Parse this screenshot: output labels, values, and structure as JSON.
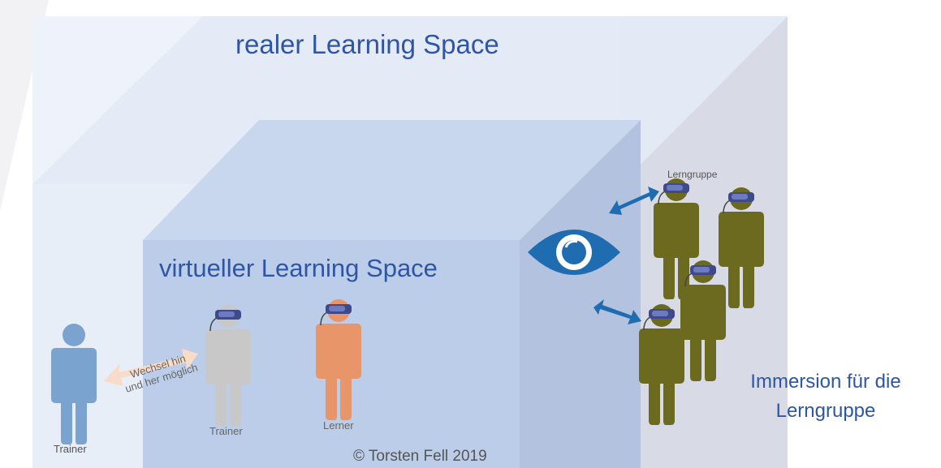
{
  "labels": {
    "real_space": "realer Learning Space",
    "virtual_space": "virtueller Learning Space",
    "immersion": "Immersion für die Lerngruppe",
    "copyright": "© Torsten Fell 2019",
    "trainer_outside": "Trainer",
    "trainer_inside": "Trainer",
    "learner": "Lerner",
    "group": "Lerngruppe",
    "switch_line1": "Wechsel hin",
    "switch_line2": "und her möglich"
  },
  "colors": {
    "title_blue": "#2f56a5",
    "trainer_blue": "#7ba3cf",
    "trainer_grey": "#c8c8c8",
    "learner_orange": "#e8956a",
    "group_olive": "#6b6a1f",
    "headset": "#3e4a8c",
    "eye_blue": "#1f6db0",
    "arrow_blue": "#1f6db0",
    "switch_arrow": "#f8dcc7"
  },
  "icons": [
    "eye-icon",
    "double-arrow-icon",
    "vr-headset-icon",
    "person-icon"
  ]
}
